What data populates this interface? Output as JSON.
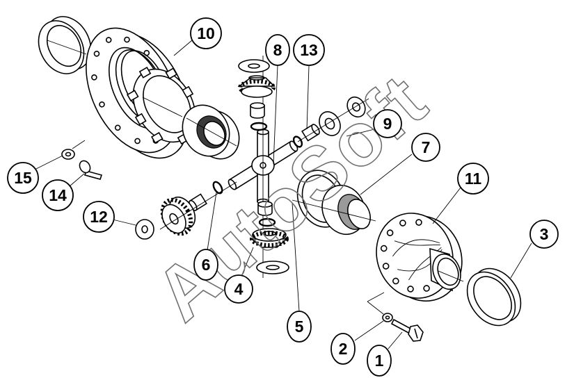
{
  "callouts": [
    "1",
    "2",
    "3",
    "4",
    "5",
    "6",
    "7",
    "8",
    "9",
    "10",
    "11",
    "12",
    "13",
    "14",
    "15"
  ],
  "watermark": "AutoSoft",
  "colors": {
    "line": "#000000",
    "background": "#ffffff",
    "watermark": "#707070"
  }
}
